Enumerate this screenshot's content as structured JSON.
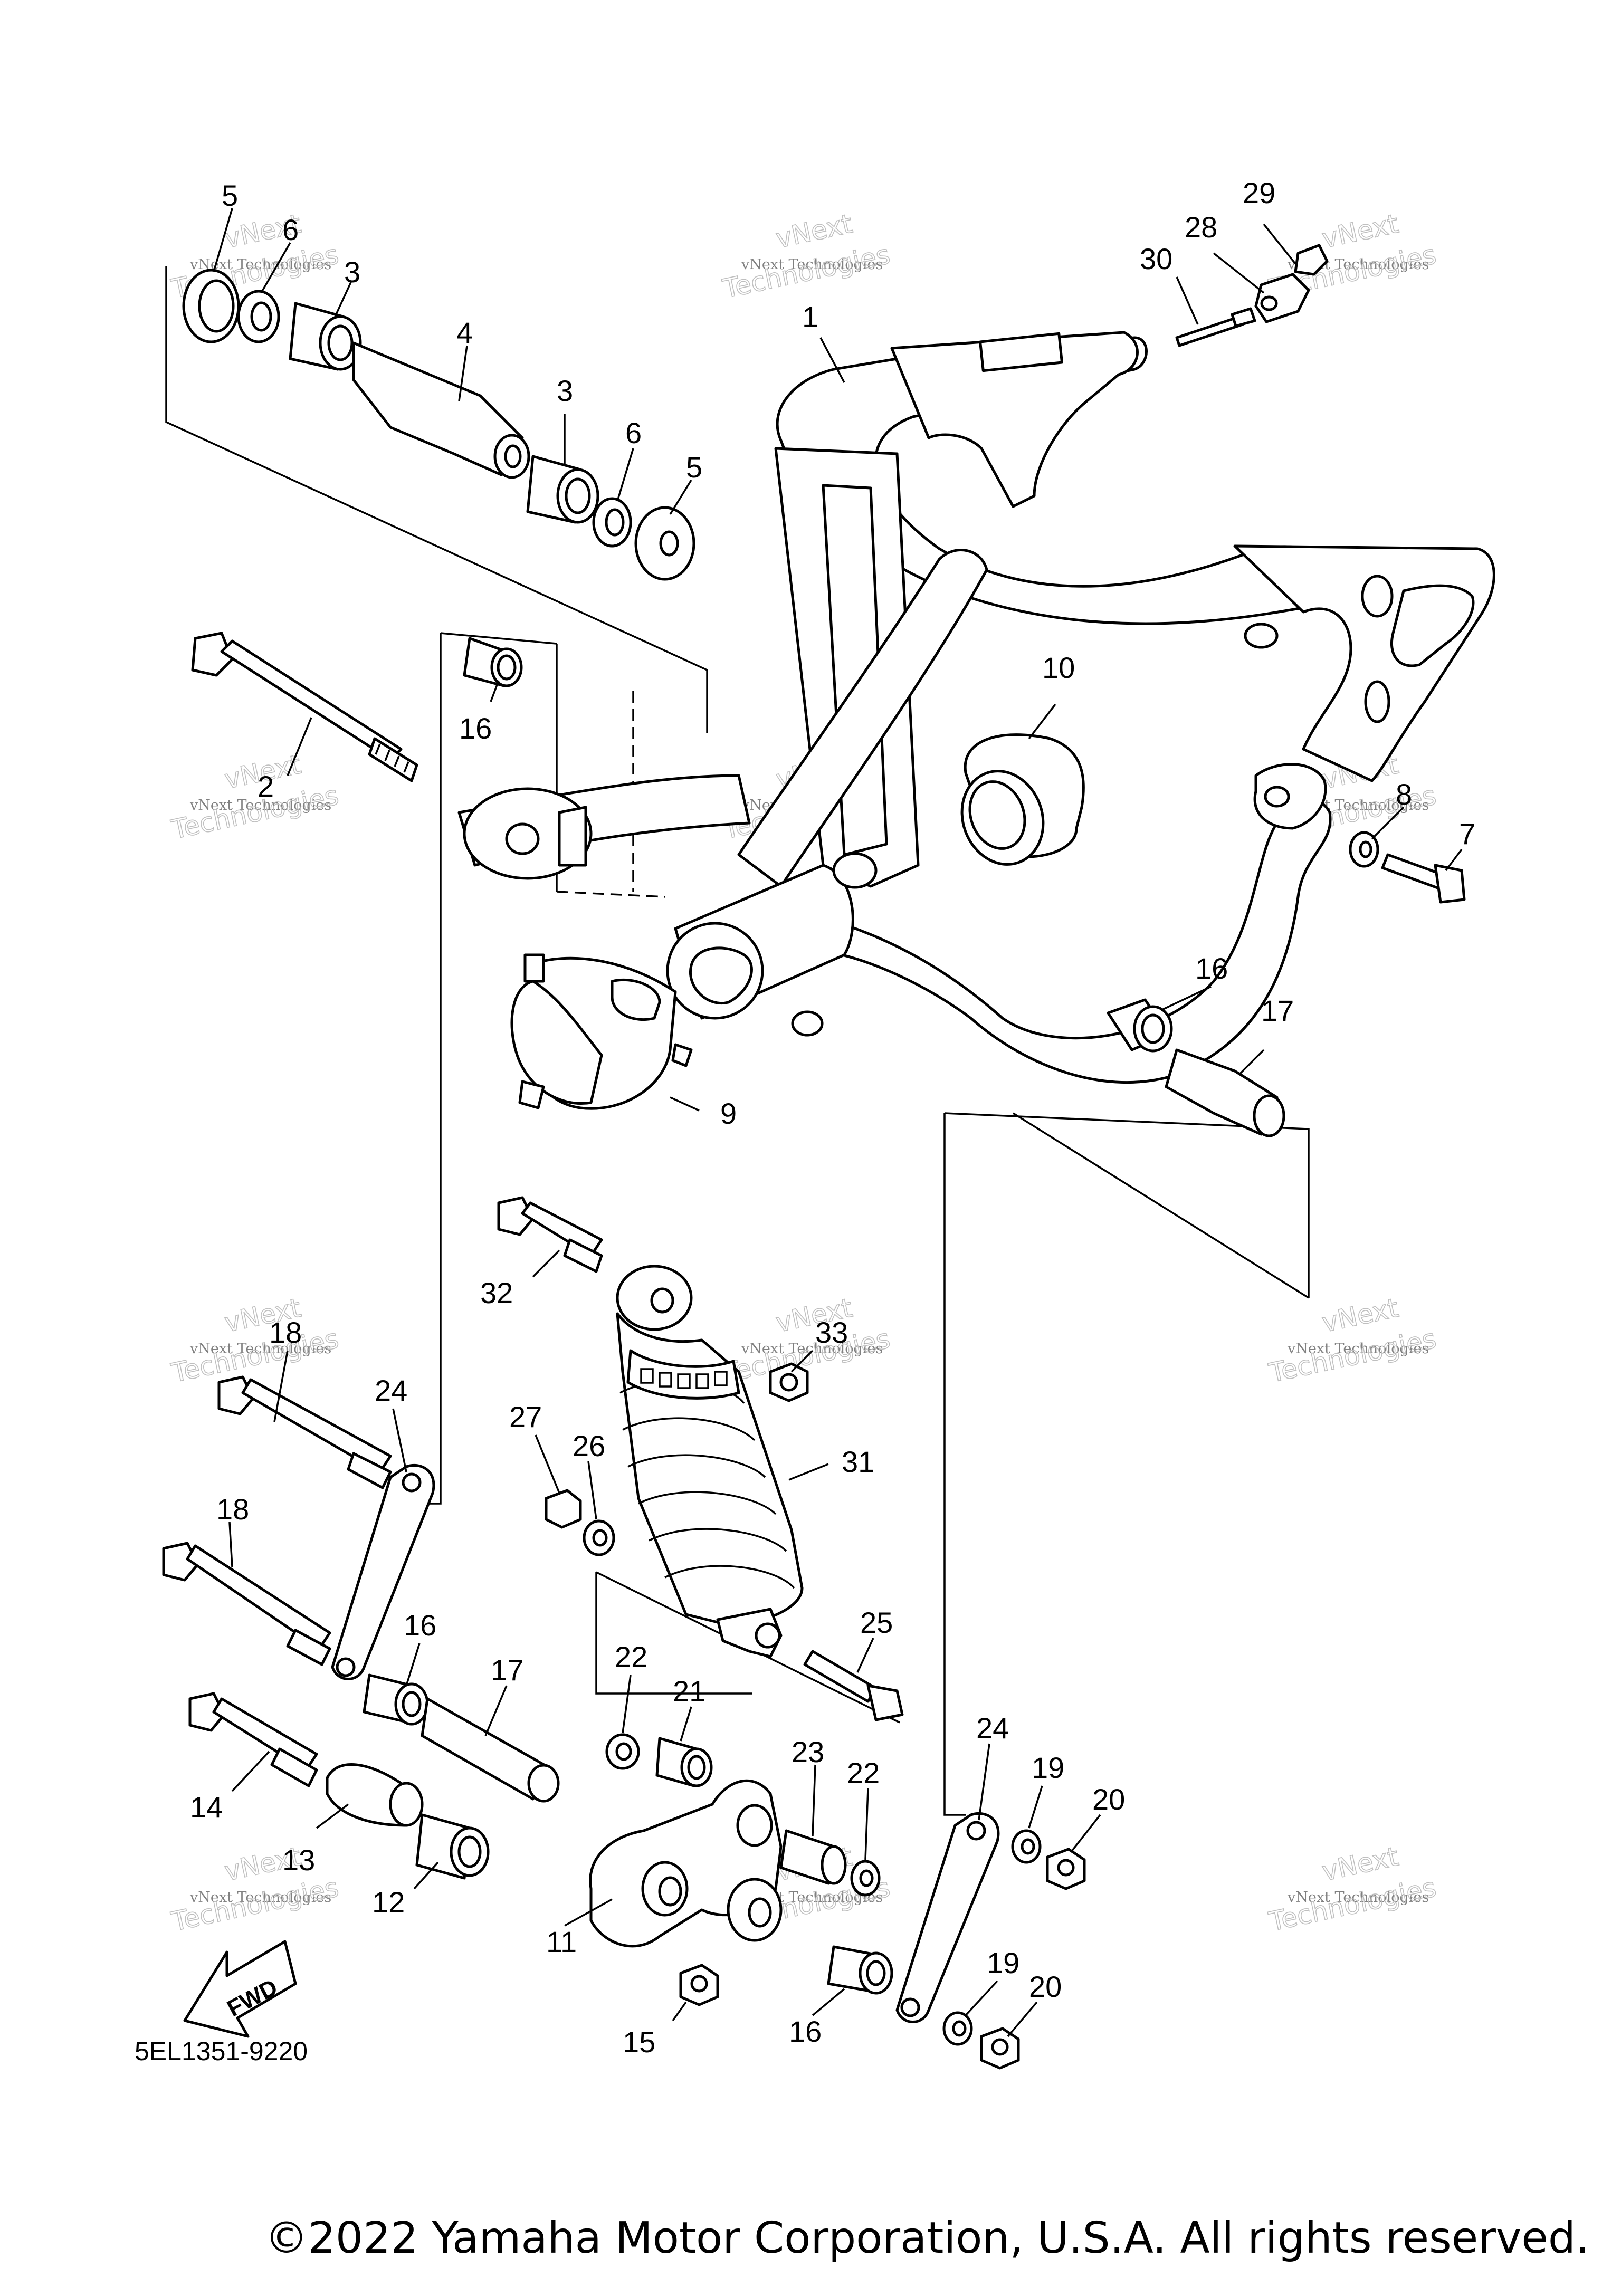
{
  "diagram": {
    "part_code": "5EL1351-9220",
    "fwd_label": "FWD",
    "watermark": {
      "line1": "vNext Technologies",
      "line2": "Technologies",
      "line0": "vNext"
    },
    "callouts": {
      "c1": "1",
      "c2": "2",
      "c3a": "3",
      "c3b": "3",
      "c4": "4",
      "c5a": "5",
      "c5b": "5",
      "c6a": "6",
      "c6b": "6",
      "c7": "7",
      "c8": "8",
      "c9": "9",
      "c10": "10",
      "c11": "11",
      "c12": "12",
      "c13": "13",
      "c14": "14",
      "c15": "15",
      "c16a": "16",
      "c16b": "16",
      "c16c": "16",
      "c16d": "16",
      "c17a": "17",
      "c17b": "17",
      "c18a": "18",
      "c18b": "18",
      "c19a": "19",
      "c19b": "19",
      "c20a": "20",
      "c20b": "20",
      "c21": "21",
      "c22a": "22",
      "c22b": "22",
      "c23": "23",
      "c24a": "24",
      "c24b": "24",
      "c25": "25",
      "c26": "26",
      "c27": "27",
      "c28": "28",
      "c29": "29",
      "c30": "30",
      "c31": "31",
      "c32": "32",
      "c33": "33"
    }
  },
  "footer": {
    "copyright": "©2022 Yamaha Motor Corporation, U.S.A. All rights reserved."
  }
}
